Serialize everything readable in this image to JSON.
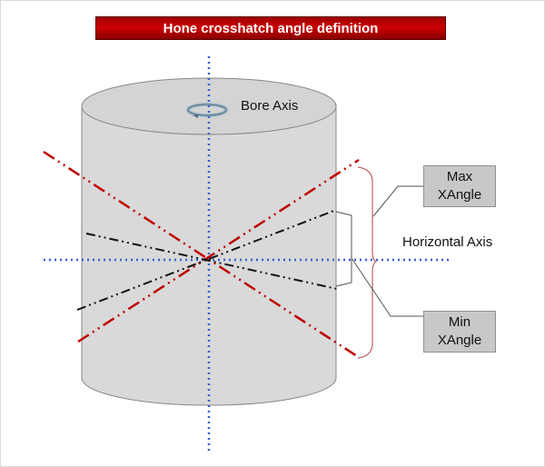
{
  "title": "Hone crosshatch angle definition",
  "labels": {
    "bore_axis": "Bore Axis",
    "horizontal_axis": "Horizontal Axis",
    "max_xangle_line1": "Max",
    "max_xangle_line2": "XAngle",
    "min_xangle_line1": "Min",
    "min_xangle_line2": "XAngle"
  },
  "colors": {
    "title_bg": "#c00000",
    "cylinder_fill": "#d9d9d9",
    "max_lines": "#c00000",
    "min_lines": "#000000",
    "axes": "#3a5fcd",
    "bracket_max": "#c06060",
    "bracket_min": "#555555",
    "label_box": "#c8c8c8"
  }
}
